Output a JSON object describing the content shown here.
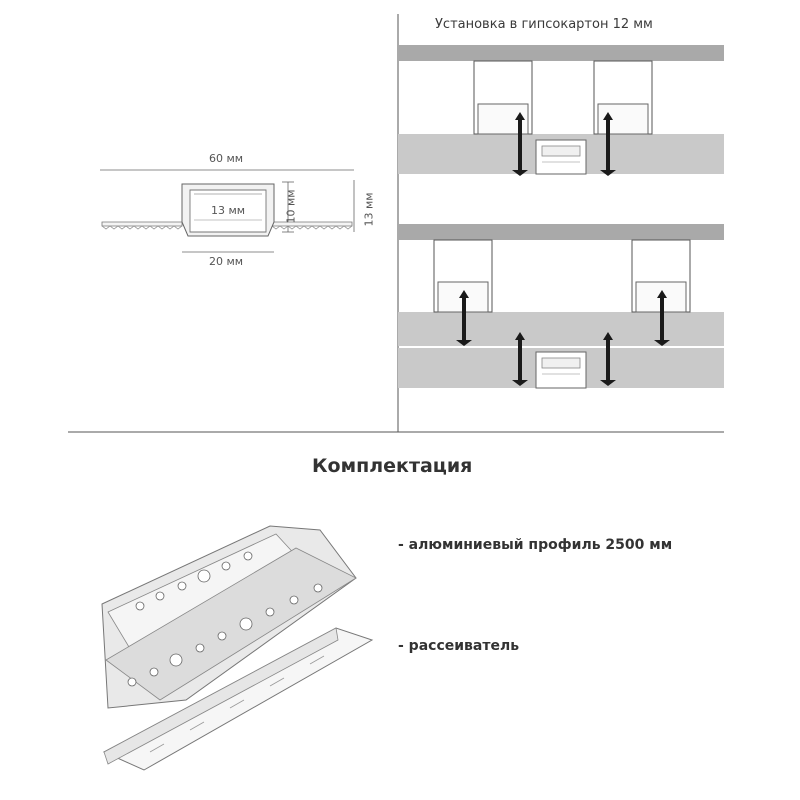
{
  "install": {
    "title": "Установка в гипсокартон 12 мм"
  },
  "profile_dims": {
    "width_total": "60 мм",
    "inner_width": "13 мм",
    "outer_width": "20 мм",
    "inner_height": "10 мм",
    "total_height": "13 мм"
  },
  "kit": {
    "heading": "Комплектация",
    "items": [
      "- алюминиевый профиль 2500 мм",
      "- рассеиватель"
    ]
  }
}
